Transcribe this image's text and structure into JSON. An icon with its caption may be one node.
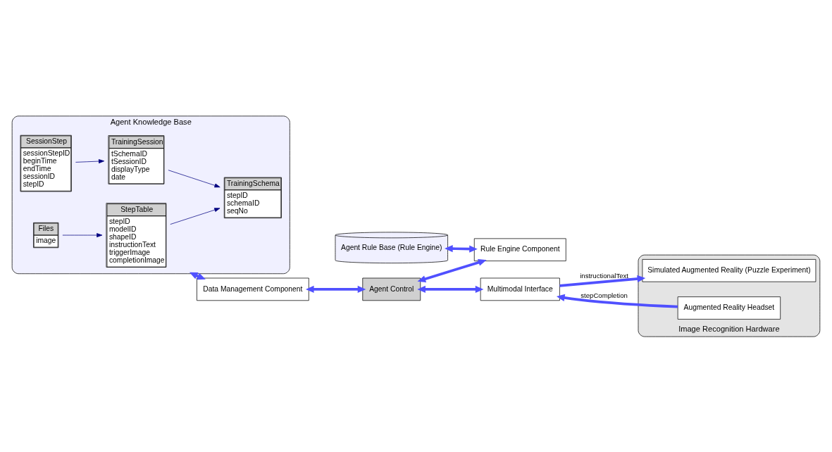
{
  "diagram": {
    "nodes": [
      {
        "text": [
          "Agent Knowledge Base"
        ]
      },
      {
        "text": [
          "StepTable",
          "stepID modelID shapeID instructionText triggerImage completionImage"
        ],
        "in": 0
      },
      {
        "text": [
          "Files",
          "image"
        ],
        "in": 0
      },
      {
        "text": [
          "TrainingSchema",
          "stepID schemaID seqNo"
        ],
        "in": 0
      },
      {
        "text": [
          "TrainingSession",
          "tSchemaID tSessionID displayType date"
        ],
        "in": 0
      },
      {
        "text": [
          "SessionStep",
          "sessionStepID beginTime endTime sessionID stepID"
        ],
        "in": 0
      },
      {
        "text": [
          "Data Management Component"
        ]
      },
      {
        "text": [
          "Agent Control"
        ]
      },
      {
        "text": [
          "Agent Rule Base (Rule Engine)"
        ]
      },
      {
        "text": [
          "Rule Engine Component"
        ]
      },
      {
        "text": [
          "Multimodal Interface"
        ]
      },
      {
        "text": [
          "Image Recognition Hardware"
        ]
      },
      {
        "text": [
          "Augmented Reality Headset"
        ],
        "in": 11
      },
      {
        "text": [
          "Simulated Augmented Reality (Puzzle Experiment)"
        ],
        "in": 11
      }
    ],
    "edges": [
      {
        "from": 1,
        "to": 3,
        "arrow": "to",
        "color": "#000080"
      },
      {
        "from": 2,
        "to": 1,
        "arrow": "to",
        "color": "#000080"
      },
      {
        "from": 4,
        "to": 3,
        "arrow": "to",
        "color": "#000080"
      },
      {
        "from": 5,
        "to": 4,
        "arrow": "to",
        "color": "#000080"
      },
      {
        "from": 0,
        "to": 6,
        "arrow": "both"
      },
      {
        "from": 6,
        "to": 7,
        "arrow": "both"
      },
      {
        "from": 7,
        "to": 9,
        "arrow": "both"
      },
      {
        "from": 8,
        "to": 9,
        "arrow": "both"
      },
      {
        "from": 7,
        "to": 10,
        "arrow": "both"
      },
      {
        "from": 12,
        "to": 10,
        "arrow": "to",
        "label": "stepCompletion"
      },
      {
        "from": 10,
        "to": 13,
        "arrow": "to",
        "label": "instructionalText"
      }
    ]
  }
}
